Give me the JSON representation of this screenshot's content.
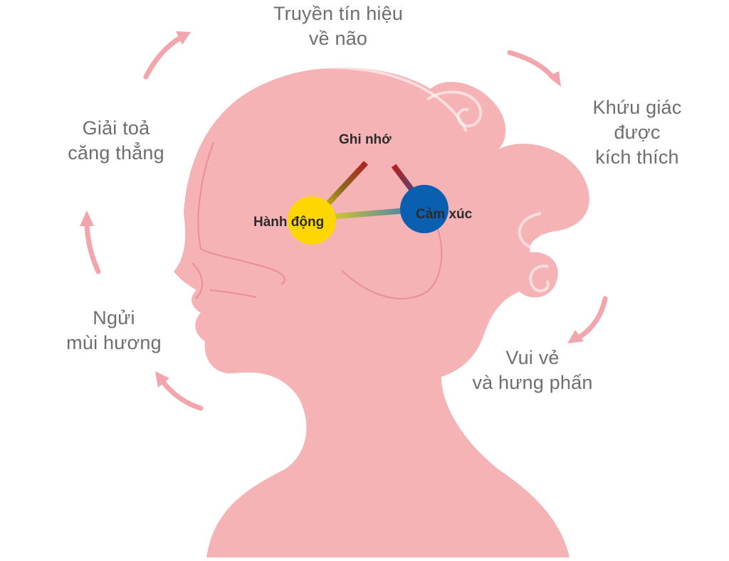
{
  "cycle": {
    "signal": [
      "Truyền tín hiệu",
      "về não"
    ],
    "smell": [
      "Khứu giác",
      "được",
      "kích thích"
    ],
    "joy": [
      "Vui vẻ",
      "và hưng phấn"
    ],
    "sniff": [
      "Ngửi",
      "mùi hương"
    ],
    "relief": [
      "Giải toả",
      "căng thẳng"
    ]
  },
  "brain": {
    "memory": "Ghi nhớ",
    "emotion": "Cảm xúc",
    "action": "Hành động"
  },
  "colors": {
    "silhouette": "#f5b3b6",
    "silhouette_line": "#e98f96",
    "arrow": "#f2a6ab",
    "action_node": "#ffd700",
    "emotion_node": "#0b5fb0",
    "label_text": "#6e6e6e"
  }
}
